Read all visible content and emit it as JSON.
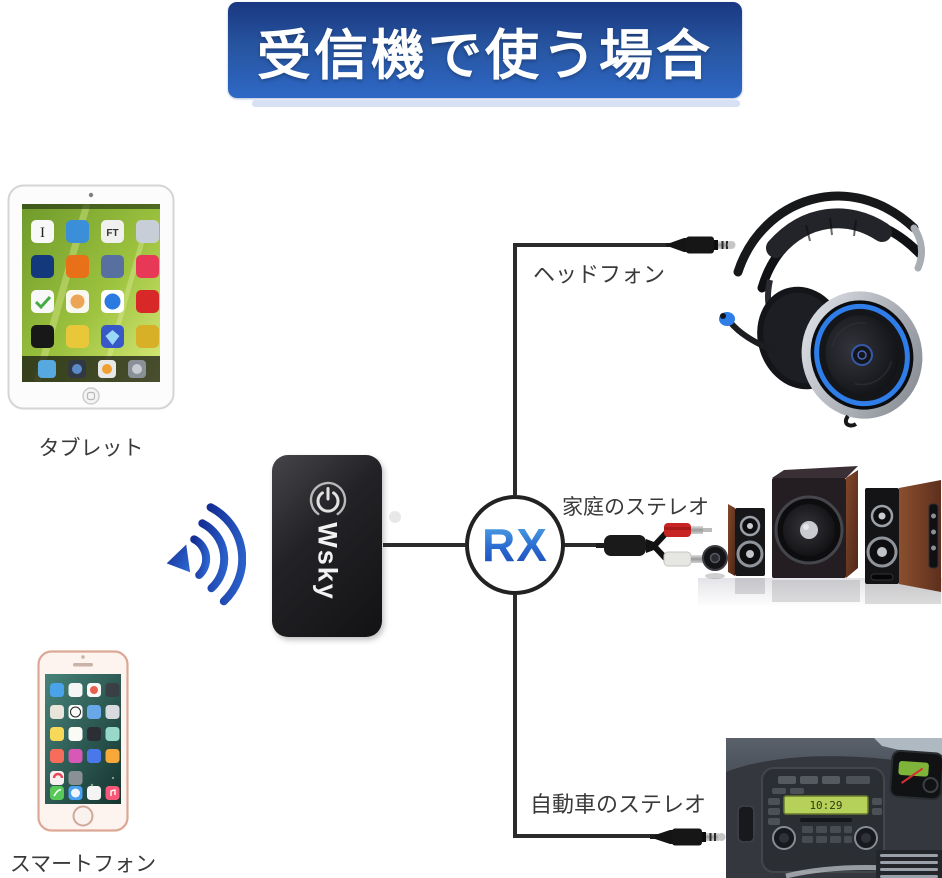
{
  "banner": {
    "title": "受信機で使う場合"
  },
  "hub": {
    "label": "RX"
  },
  "receiver": {
    "brand": "Wsky"
  },
  "sources": {
    "tablet": {
      "label": "タブレット"
    },
    "smartphone": {
      "label": "スマートフォン"
    }
  },
  "destinations": {
    "headphones": {
      "label": "ヘッドフォン"
    },
    "home_stereo": {
      "label": "家庭のステレオ"
    },
    "car_stereo": {
      "label": "自動車のステレオ",
      "display": "10:29"
    }
  },
  "colors": {
    "banner_top": "#1a3781",
    "banner_bottom": "#2e68c6",
    "line": "#2b2b2b",
    "rx_blue": "#2a6ad0",
    "signal_blue": "#1d49b8",
    "rca_red": "#c82424",
    "rca_white": "#e6e6e2",
    "headset_led": "#2f7de8",
    "lcd_green": "#b6d15a"
  }
}
